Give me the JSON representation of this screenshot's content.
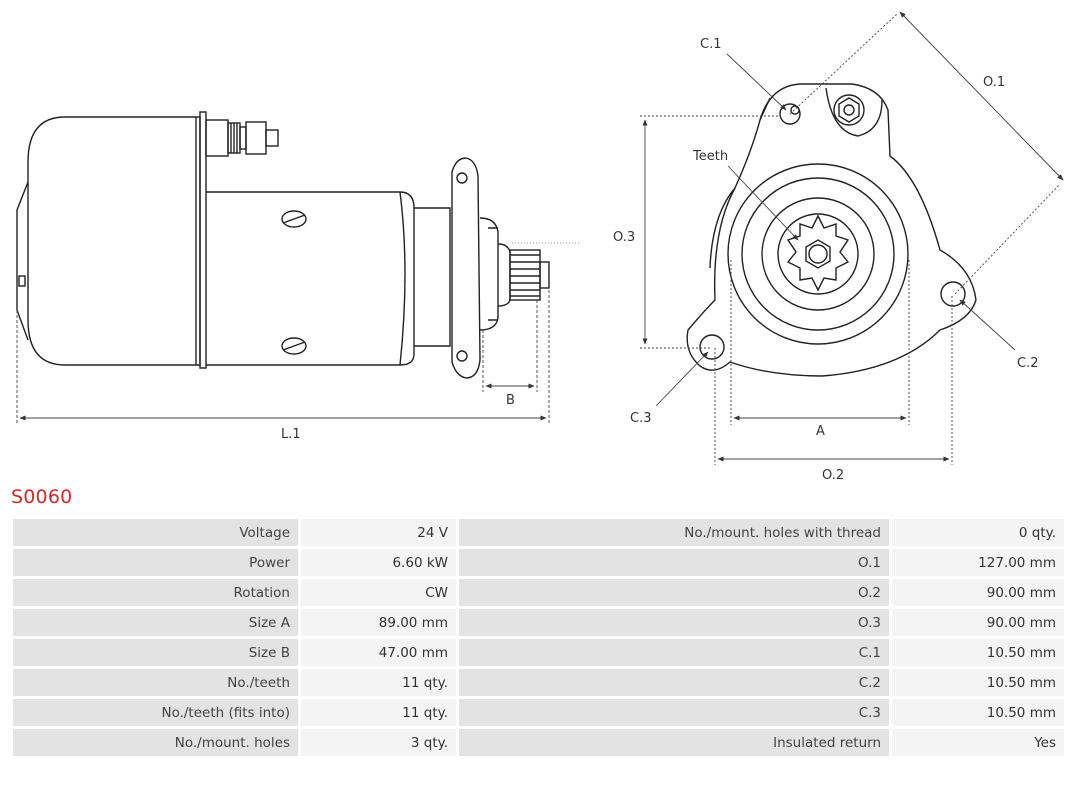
{
  "part": {
    "code": "S0060"
  },
  "drawing_labels": {
    "l1": "L.1",
    "b": "B",
    "a": "A",
    "o1": "O.1",
    "o2": "O.2",
    "o3": "O.3",
    "c1": "C.1",
    "c2": "C.2",
    "c3": "C.3",
    "teeth": "Teeth"
  },
  "specs": {
    "rows": [
      {
        "label_left": "Voltage",
        "value_left": "24 V",
        "label_right": "No./mount. holes with thread",
        "value_right": "0 qty."
      },
      {
        "label_left": "Power",
        "value_left": "6.60 kW",
        "label_right": "O.1",
        "value_right": "127.00 mm"
      },
      {
        "label_left": "Rotation",
        "value_left": "CW",
        "label_right": "O.2",
        "value_right": "90.00 mm"
      },
      {
        "label_left": "Size A",
        "value_left": "89.00 mm",
        "label_right": "O.3",
        "value_right": "90.00 mm"
      },
      {
        "label_left": "Size B",
        "value_left": "47.00 mm",
        "label_right": "C.1",
        "value_right": "10.50 mm"
      },
      {
        "label_left": "No./teeth",
        "value_left": "11 qty.",
        "label_right": "C.2",
        "value_right": "10.50 mm"
      },
      {
        "label_left": "No./teeth (fits into)",
        "value_left": "11 qty.",
        "label_right": "C.3",
        "value_right": "10.50 mm"
      },
      {
        "label_left": "No./mount. holes",
        "value_left": "3 qty.",
        "label_right": "Insulated return",
        "value_right": "Yes"
      }
    ]
  }
}
